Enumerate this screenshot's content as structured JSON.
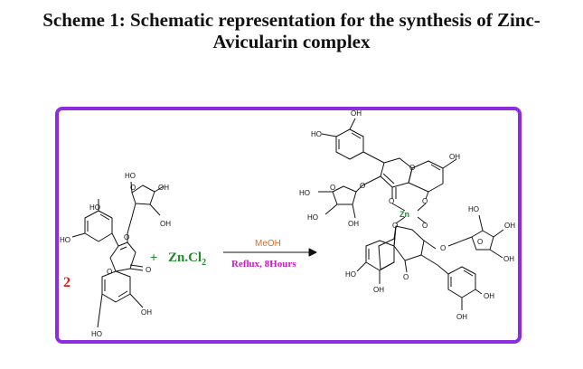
{
  "title": {
    "line1": "Scheme 1: Schematic representation for the synthesis of Zinc-",
    "line2": "Avicularin complex"
  },
  "reaction": {
    "compound_number": "2",
    "plus": "+",
    "reagent": {
      "main": "Zn.Cl",
      "subscript": "2"
    },
    "arrow_above": "MeOH",
    "arrow_below": "Reflux, 8Hours"
  },
  "atoms": {
    "ho": "HO",
    "oh": "OH",
    "o": "O",
    "zn": "Zn"
  },
  "colors": {
    "frame": "#8e2ce0",
    "compound_number": "#e01b1b",
    "reagent": "#1f8a2a",
    "meoh": "#e36b1f",
    "reflux": "#c61fbf",
    "zn": "#1f8a2a"
  }
}
